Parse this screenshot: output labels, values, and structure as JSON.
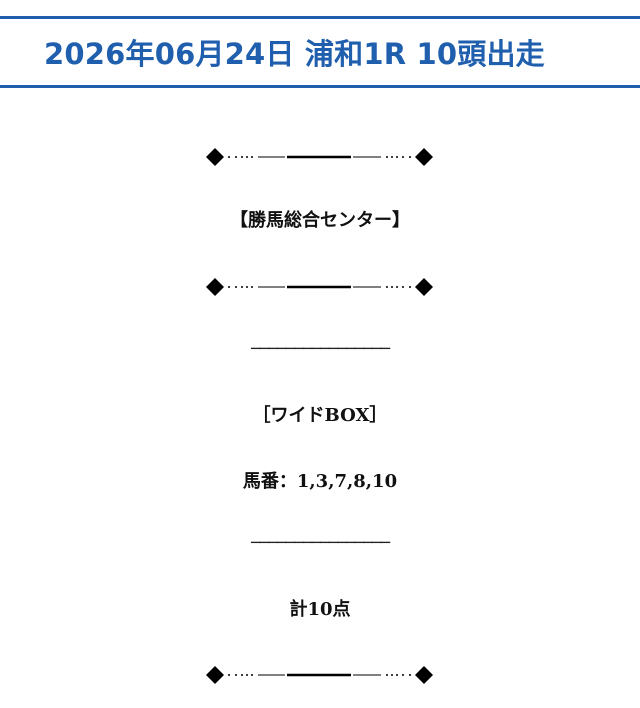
{
  "header": {
    "title": "2026年06月24日 浦和1R 10頭出走"
  },
  "content": {
    "ornament_name": "diamond-dotted-divider",
    "center_label": "【勝馬総合センター】",
    "rule": "────────────────",
    "bet_type": "［ワイドBOX］",
    "numbers": "馬番：1,3,7,8,10",
    "total": "計10点"
  },
  "colors": {
    "accent": "#1f5fae",
    "text": "#111111"
  }
}
